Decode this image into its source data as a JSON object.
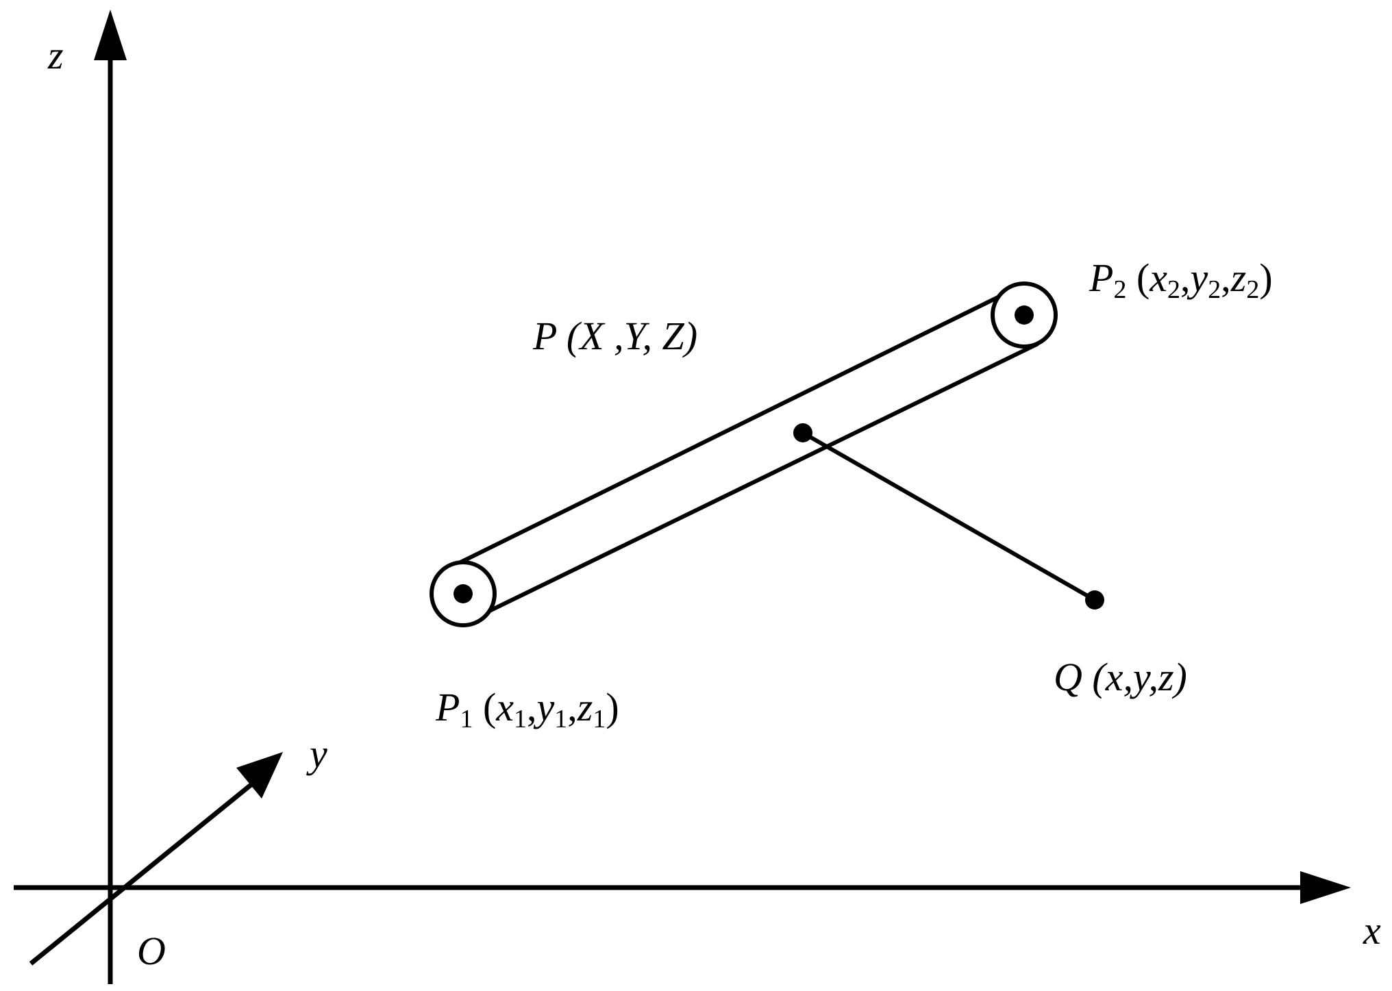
{
  "axes": {
    "x_label": "x",
    "y_label": "y",
    "z_label": "z",
    "origin_label": "O"
  },
  "points": {
    "p1": {
      "name": "P",
      "sub": "1",
      "coords_open": " (",
      "c1": "x",
      "c1_sub": "1",
      "sep1": ",",
      "c2": "y",
      "c2_sub": "1",
      "sep2": ",",
      "c3": "z",
      "c3_sub": "1",
      "close": ")"
    },
    "p2": {
      "name": "P",
      "sub": "2",
      "coords_open": " (",
      "c1": "x",
      "c1_sub": "2",
      "sep1": ",",
      "c2": "y",
      "c2_sub": "2",
      "sep2": ",",
      "c3": "z",
      "c3_sub": "2",
      "close": ")"
    },
    "p": {
      "text": "P (X ,Y, Z)"
    },
    "q": {
      "text": "Q (x,y,z)"
    }
  },
  "colors": {
    "ink": "#000000",
    "background": "#ffffff"
  }
}
